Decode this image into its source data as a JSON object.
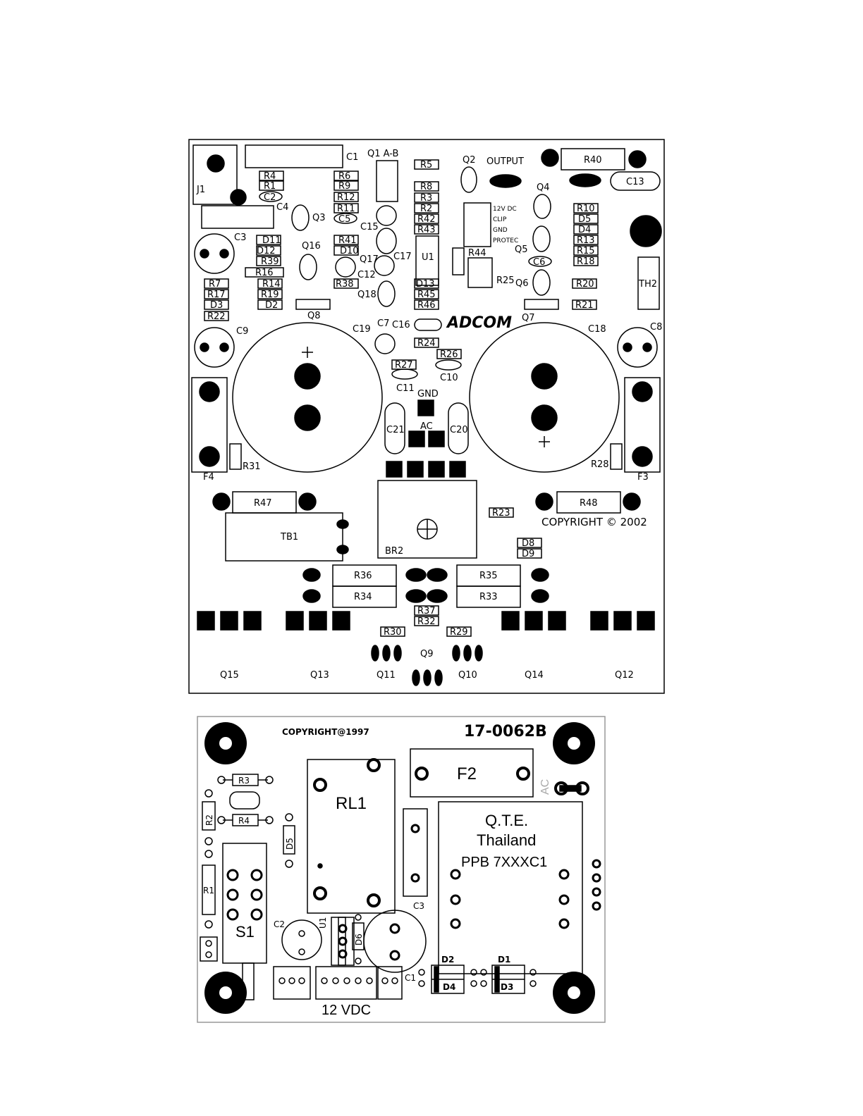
{
  "board1": {
    "brand": "ADCOM",
    "copyright": "COPYRIGHT © 2002",
    "output_label": "OUTPUT",
    "gnd_label": "GND",
    "ac_label": "AC",
    "connector_labels": [
      "12V DC",
      "CLIP",
      "GND",
      "PROTEC"
    ],
    "components": [
      {
        "id": "j1",
        "label": "J1"
      },
      {
        "id": "c1",
        "label": "C1"
      },
      {
        "id": "q1",
        "label": "Q1 A-B"
      },
      {
        "id": "r5",
        "label": "R5"
      },
      {
        "id": "q2",
        "label": "Q2"
      },
      {
        "id": "r40",
        "label": "R40"
      },
      {
        "id": "c13",
        "label": "C13"
      },
      {
        "id": "r4",
        "label": "R4"
      },
      {
        "id": "r1",
        "label": "R1"
      },
      {
        "id": "c2",
        "label": "C2"
      },
      {
        "id": "r6",
        "label": "R6"
      },
      {
        "id": "r9",
        "label": "R9"
      },
      {
        "id": "r12",
        "label": "R12"
      },
      {
        "id": "r11",
        "label": "R11"
      },
      {
        "id": "c5",
        "label": "C5"
      },
      {
        "id": "r8",
        "label": "R8"
      },
      {
        "id": "r3",
        "label": "R3"
      },
      {
        "id": "r2",
        "label": "R2"
      },
      {
        "id": "r42",
        "label": "R42"
      },
      {
        "id": "r43",
        "label": "R43"
      },
      {
        "id": "q4",
        "label": "Q4"
      },
      {
        "id": "r10",
        "label": "R10"
      },
      {
        "id": "d5",
        "label": "D5"
      },
      {
        "id": "d4",
        "label": "D4"
      },
      {
        "id": "r13",
        "label": "R13"
      },
      {
        "id": "r15",
        "label": "R15"
      },
      {
        "id": "r18",
        "label": "R18"
      },
      {
        "id": "c4",
        "label": "C4"
      },
      {
        "id": "q3",
        "label": "Q3"
      },
      {
        "id": "c15",
        "label": "C15"
      },
      {
        "id": "c3",
        "label": "C3"
      },
      {
        "id": "d11",
        "label": "D11"
      },
      {
        "id": "d12",
        "label": "D12"
      },
      {
        "id": "r39",
        "label": "R39"
      },
      {
        "id": "r16",
        "label": "R16"
      },
      {
        "id": "q16",
        "label": "Q16"
      },
      {
        "id": "r41",
        "label": "R41"
      },
      {
        "id": "d10",
        "label": "D10"
      },
      {
        "id": "q17",
        "label": "Q17"
      },
      {
        "id": "c17",
        "label": "C17"
      },
      {
        "id": "c12",
        "label": "C12"
      },
      {
        "id": "u1",
        "label": "U1"
      },
      {
        "id": "r44",
        "label": "R44"
      },
      {
        "id": "r25",
        "label": "R25"
      },
      {
        "id": "q5",
        "label": "Q5"
      },
      {
        "id": "c6",
        "label": "C6"
      },
      {
        "id": "q6",
        "label": "Q6"
      },
      {
        "id": "r20",
        "label": "R20"
      },
      {
        "id": "th2",
        "label": "TH2"
      },
      {
        "id": "r7",
        "label": "R7"
      },
      {
        "id": "r14",
        "label": "R14"
      },
      {
        "id": "r17",
        "label": "R17"
      },
      {
        "id": "r19",
        "label": "R19"
      },
      {
        "id": "d3",
        "label": "D3"
      },
      {
        "id": "d2",
        "label": "D2"
      },
      {
        "id": "r22",
        "label": "R22"
      },
      {
        "id": "q8",
        "label": "Q8"
      },
      {
        "id": "r38",
        "label": "R38"
      },
      {
        "id": "q18",
        "label": "Q18"
      },
      {
        "id": "d13",
        "label": "D13"
      },
      {
        "id": "r45",
        "label": "R45"
      },
      {
        "id": "r46",
        "label": "R46"
      },
      {
        "id": "q7",
        "label": "Q7"
      },
      {
        "id": "r21",
        "label": "R21"
      },
      {
        "id": "c9",
        "label": "C9"
      },
      {
        "id": "c19",
        "label": "C19"
      },
      {
        "id": "c7",
        "label": "C7"
      },
      {
        "id": "c16",
        "label": "C16"
      },
      {
        "id": "c18",
        "label": "C18"
      },
      {
        "id": "c8",
        "label": "C8"
      },
      {
        "id": "r24",
        "label": "R24"
      },
      {
        "id": "r26",
        "label": "R26"
      },
      {
        "id": "r27",
        "label": "R27"
      },
      {
        "id": "c10",
        "label": "C10"
      },
      {
        "id": "c11",
        "label": "C11"
      },
      {
        "id": "c21",
        "label": "C21"
      },
      {
        "id": "c20",
        "label": "C20"
      },
      {
        "id": "r31",
        "label": "R31"
      },
      {
        "id": "r28",
        "label": "R28"
      },
      {
        "id": "f4",
        "label": "F4"
      },
      {
        "id": "f3",
        "label": "F3"
      },
      {
        "id": "r47",
        "label": "R47"
      },
      {
        "id": "r48",
        "label": "R48"
      },
      {
        "id": "r23",
        "label": "R23"
      },
      {
        "id": "tb1",
        "label": "TB1"
      },
      {
        "id": "br2",
        "label": "BR2"
      },
      {
        "id": "d8",
        "label": "D8"
      },
      {
        "id": "d9",
        "label": "D9"
      },
      {
        "id": "r36",
        "label": "R36"
      },
      {
        "id": "r35",
        "label": "R35"
      },
      {
        "id": "r34",
        "label": "R34"
      },
      {
        "id": "r33",
        "label": "R33"
      },
      {
        "id": "r37",
        "label": "R37"
      },
      {
        "id": "r32",
        "label": "R32"
      },
      {
        "id": "r30",
        "label": "R30"
      },
      {
        "id": "r29",
        "label": "R29"
      },
      {
        "id": "q9",
        "label": "Q9"
      },
      {
        "id": "q15",
        "label": "Q15"
      },
      {
        "id": "q13",
        "label": "Q13"
      },
      {
        "id": "q11",
        "label": "Q11"
      },
      {
        "id": "q10",
        "label": "Q10"
      },
      {
        "id": "q14",
        "label": "Q14"
      },
      {
        "id": "q12",
        "label": "Q12"
      }
    ]
  },
  "board2": {
    "copyright": "COPYRIGHT@1997",
    "part_number": "17-0062B",
    "ac_label": "AC",
    "voltage_label": "12 VDC",
    "maker": [
      "Q.T.E.",
      "Thailand",
      "PPB 7XXXC1"
    ],
    "components": [
      {
        "id": "r3",
        "label": "R3"
      },
      {
        "id": "r4",
        "label": "R4"
      },
      {
        "id": "r2",
        "label": "R2"
      },
      {
        "id": "r1",
        "label": "R1"
      },
      {
        "id": "d5",
        "label": "D5"
      },
      {
        "id": "rl1",
        "label": "RL1"
      },
      {
        "id": "f2",
        "label": "F2"
      },
      {
        "id": "c3",
        "label": "C3"
      },
      {
        "id": "s1",
        "label": "S1"
      },
      {
        "id": "c2",
        "label": "C2"
      },
      {
        "id": "u1",
        "label": "U1"
      },
      {
        "id": "d6",
        "label": "D6"
      },
      {
        "id": "c1",
        "label": "C1"
      },
      {
        "id": "d2",
        "label": "D2"
      },
      {
        "id": "d4",
        "label": "D4"
      },
      {
        "id": "d1",
        "label": "D1"
      },
      {
        "id": "d3",
        "label": "D3"
      }
    ]
  }
}
